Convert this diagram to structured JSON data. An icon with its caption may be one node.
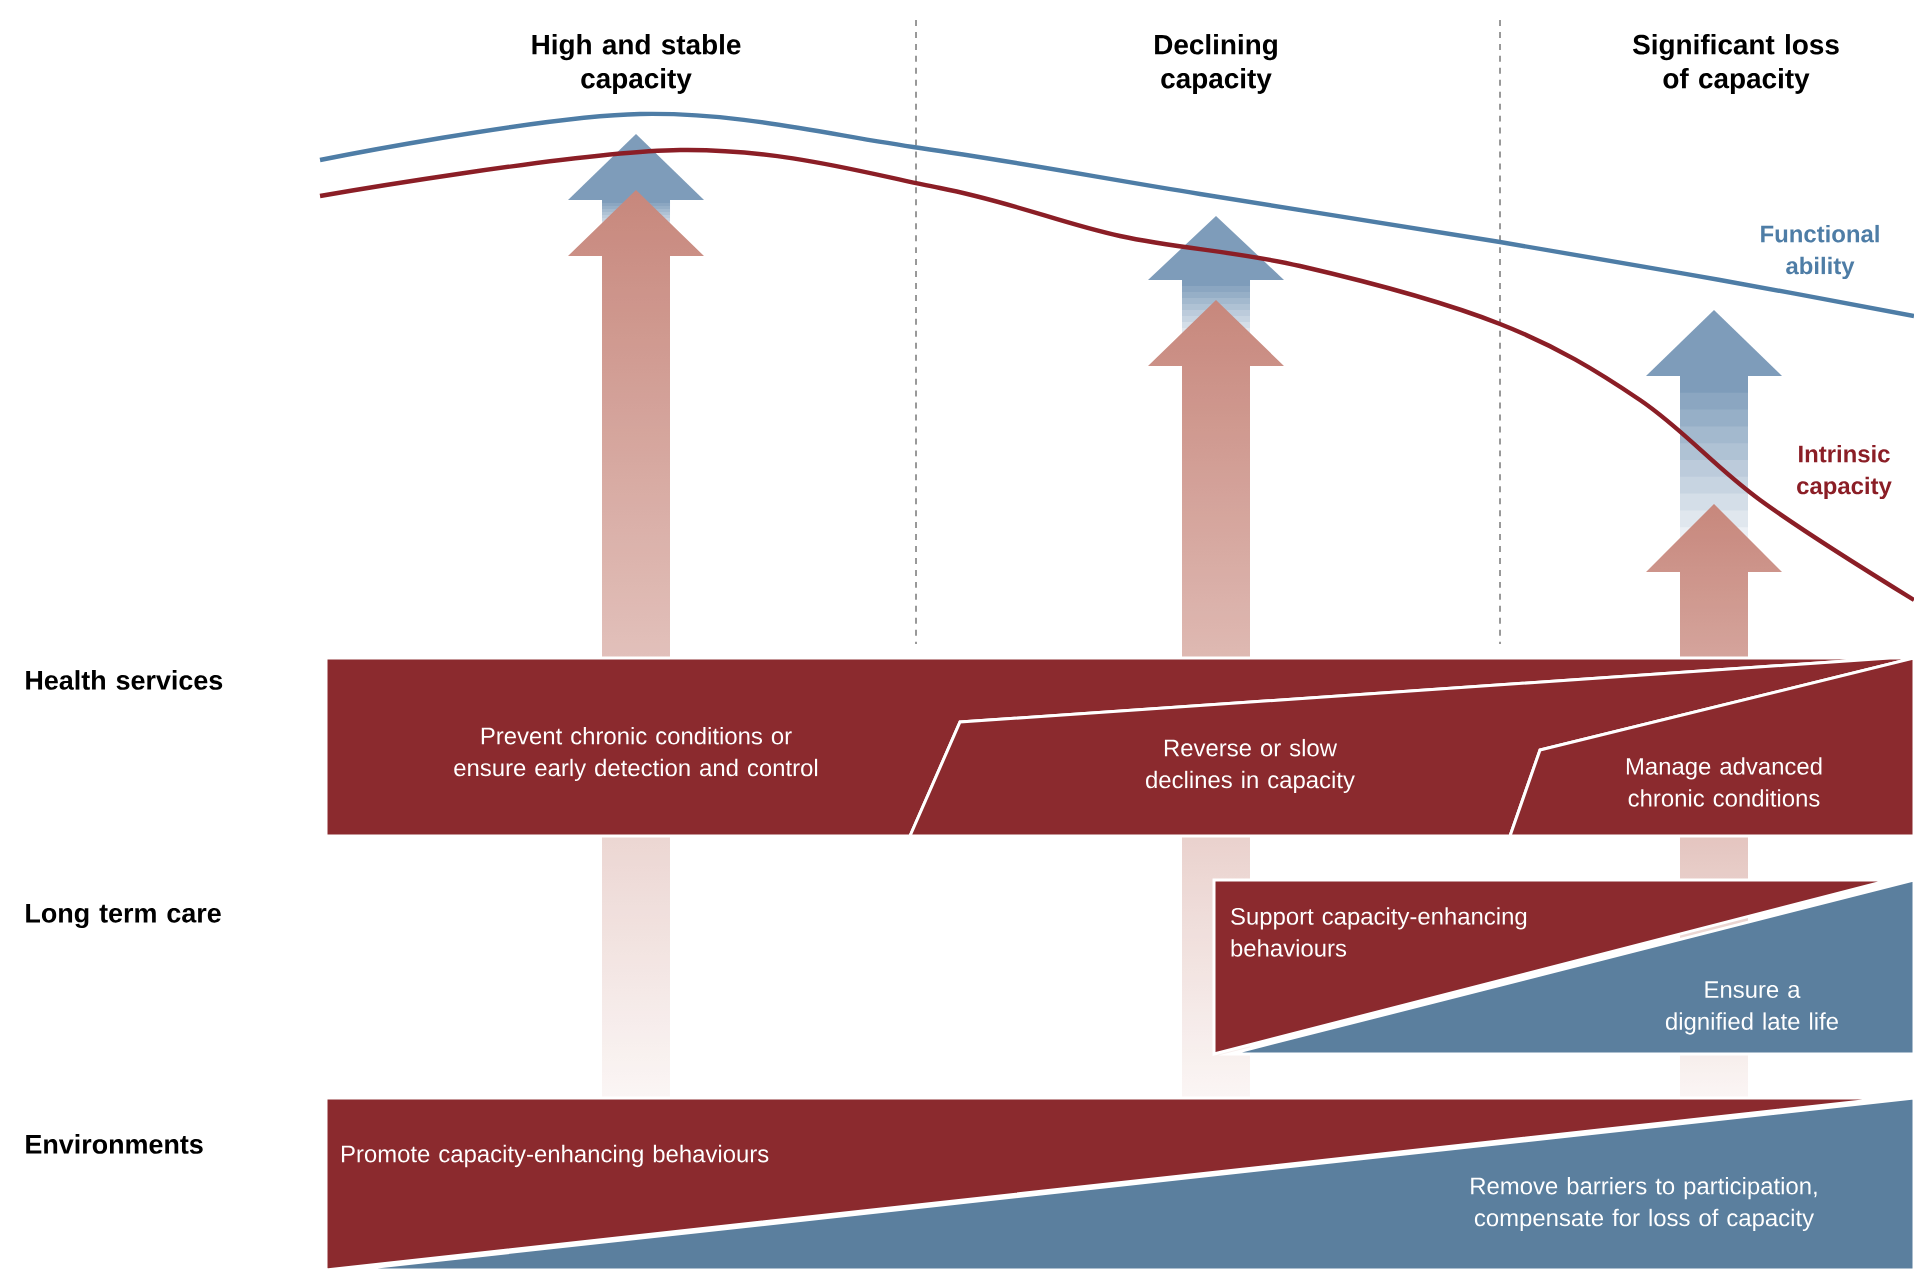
{
  "diagram": {
    "nodes": [
      {
        "text": [
          "Prevent chronic conditions or ensure early detection and control"
        ]
      },
      {
        "text": [
          "Reverse or slow declines in capacity"
        ]
      },
      {
        "text": [
          "Manage advanced chronic conditions"
        ]
      },
      {
        "text": [
          "Support capacity-enhancing behaviours"
        ]
      },
      {
        "text": [
          "Ensure a dignified late life"
        ]
      },
      {
        "text": [
          "Promote capacity-enhancing behaviours"
        ]
      },
      {
        "text": [
          "Remove barriers to participation, compensate for loss of capacity"
        ]
      }
    ],
    "labels": [
      "High and stable capacity",
      "Declining capacity",
      "Significant loss of capacity",
      "Functional ability",
      "Intrinsic capacity",
      "Health services",
      "Long term care",
      "Environments"
    ]
  }
}
